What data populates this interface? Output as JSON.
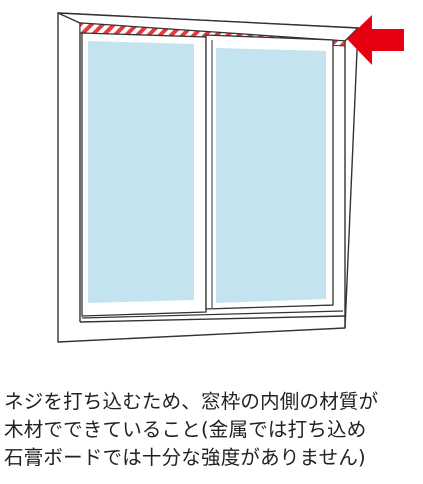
{
  "colors": {
    "frame_stroke": "#333333",
    "glass": "#c3e3ee",
    "hatch_red": "#e8383d",
    "arrow": "#e60012",
    "text": "#222222"
  },
  "icons": {
    "pointer": "arrow-left-icon"
  },
  "caption": {
    "lines": [
      "ネジを打ち込むため、窓枠の内側の材質が",
      "木材でできていること(金属では打ち込め",
      "石膏ボードでは十分な強度がありません)"
    ]
  }
}
